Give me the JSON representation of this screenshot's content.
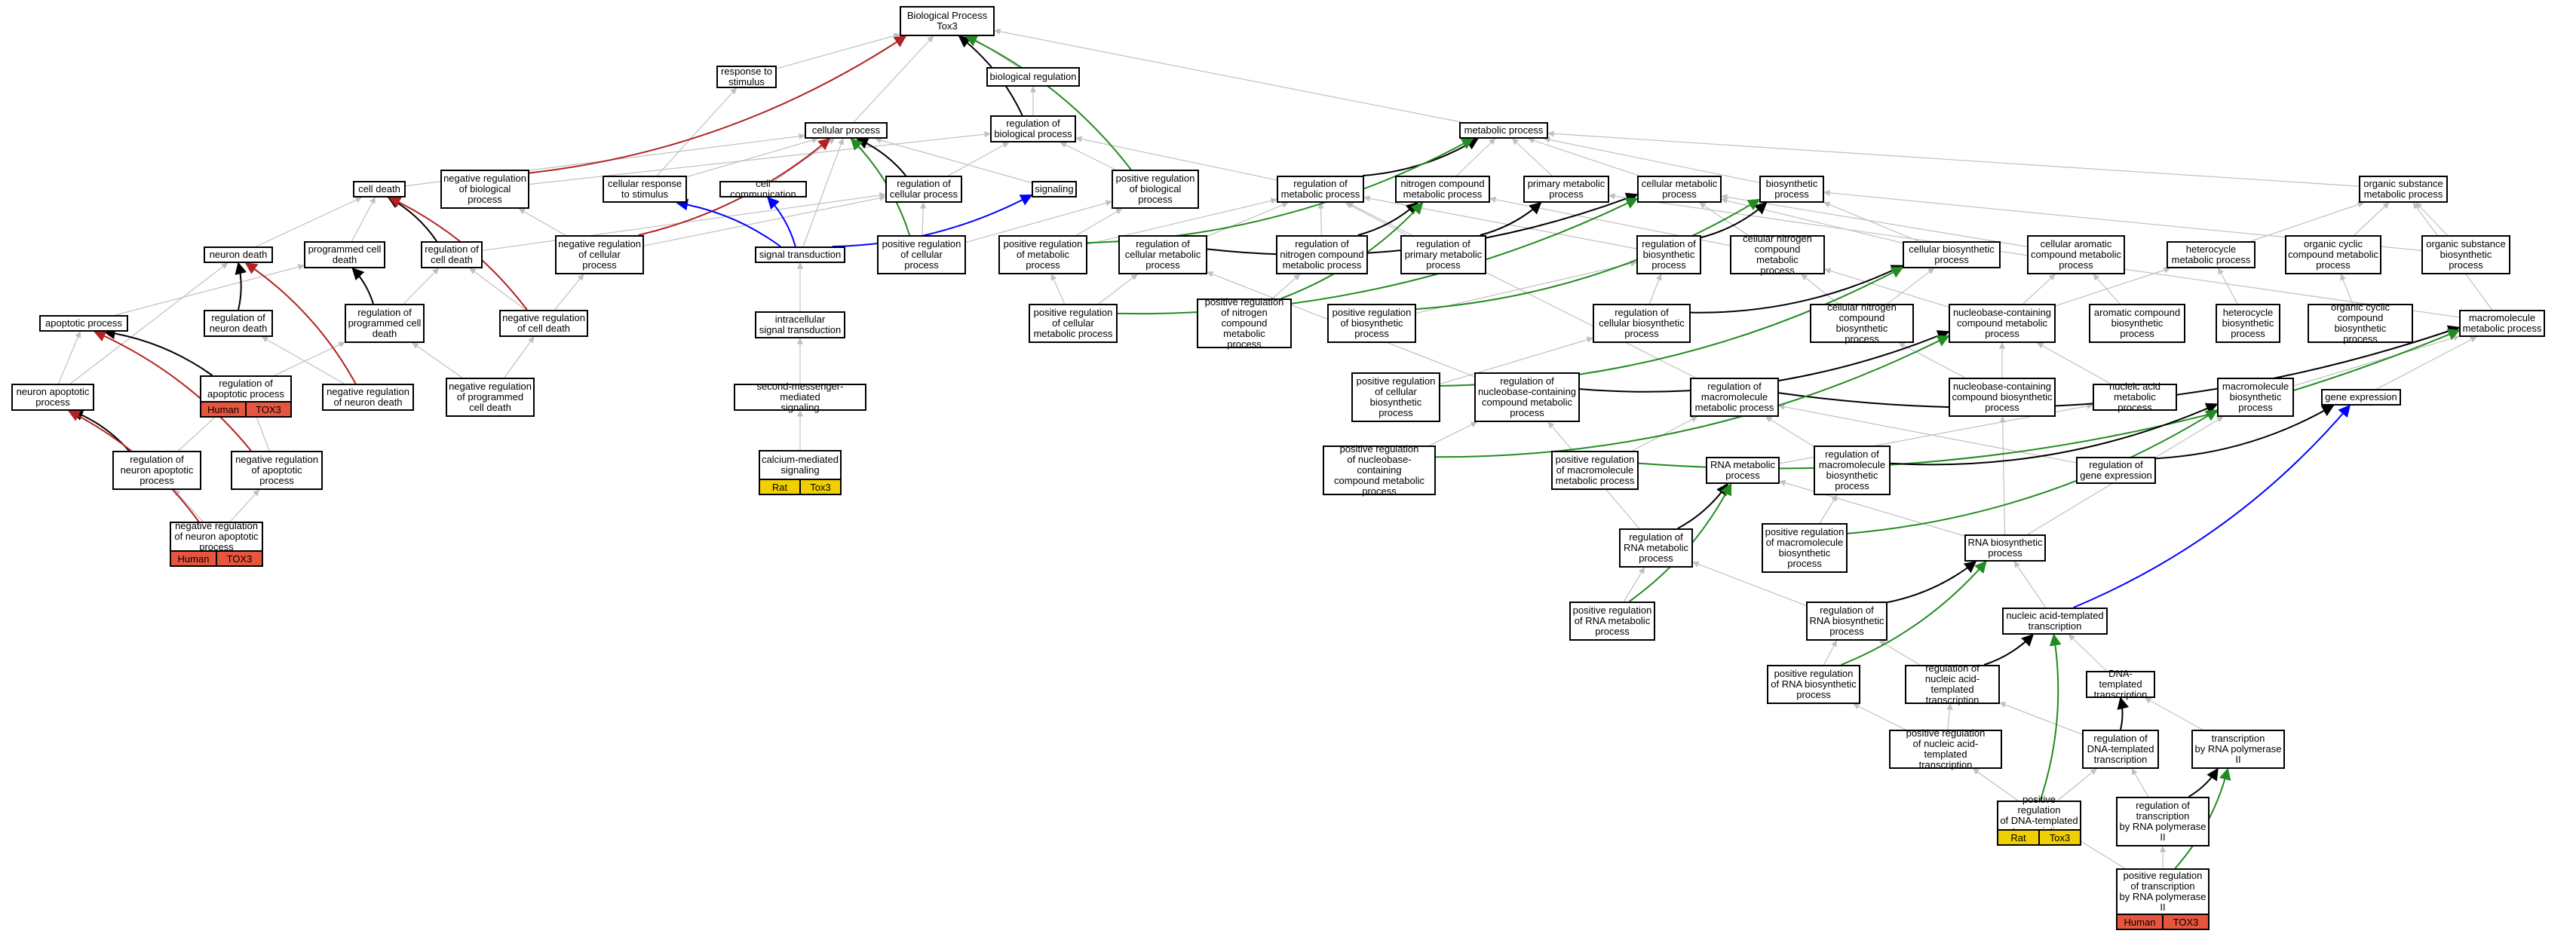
{
  "nodes": {
    "root": "Biological Process\nTox3",
    "resp": "response to\nstimulus",
    "biolreg": "biological regulation",
    "cellproc": "cellular process",
    "regbio": "regulation of\nbiological process",
    "metproc": "metabolic process",
    "celldeath": "cell death",
    "negregbio": "negative regulation\nof biological\nprocess",
    "cellresp": "cellular response\nto stimulus",
    "cellcomm": "cell communication",
    "regcell": "regulation of\ncellular process",
    "signaling": "signaling",
    "posregbio": "positive regulation\nof biological\nprocess",
    "regmet": "regulation of\nmetabolic process",
    "ncmp": "nitrogen compound\nmetabolic process",
    "primet": "primary metabolic\nprocess",
    "cellmet": "cellular metabolic\nprocess",
    "biosyn": "biosynthetic\nprocess",
    "orgsub": "organic substance\nmetabolic process",
    "neurondeath": "neuron death",
    "pcd": "programmed cell\ndeath",
    "regcd": "regulation of\ncell death",
    "negregcell": "negative regulation\nof cellular\nprocess",
    "sigtrans": "signal transduction",
    "posregcell": "positive regulation\nof cellular\nprocess",
    "posregmet": "positive regulation\nof metabolic\nprocess",
    "regcellmet": "regulation of\ncellular metabolic\nprocess",
    "regncmp": "regulation of\nnitrogen compound\nmetabolic process",
    "regprimet": "regulation of\nprimary metabolic\nprocess",
    "regbiosyn": "regulation of\nbiosynthetic\nprocess",
    "cncmp": "cellular nitrogen\ncompound metabolic\nprocess",
    "cellbiosyn": "cellular biosynthetic\nprocess",
    "caromet": "cellular aromatic\ncompound metabolic\nprocess",
    "hetmet": "heterocycle\nmetabolic process",
    "orgcyc": "organic cyclic\ncompound metabolic\nprocess",
    "orgsubbio": "organic substance\nbiosynthetic\nprocess",
    "apop": "apoptotic process",
    "regneurondeath": "regulation of\nneuron death",
    "regpcd": "regulation of\nprogrammed cell\ndeath",
    "negregcd": "negative regulation\nof cell death",
    "intracell": "intracellular\nsignal transduction",
    "posregcellmet": "positive regulation\nof cellular\nmetabolic process",
    "posregncmp": "positive regulation\nof nitrogen\ncompound metabolic\nprocess",
    "posregbiosyn": "positive regulation\nof biosynthetic\nprocess",
    "regcellbiosyn": "regulation of\ncellular biosynthetic\nprocess",
    "cncbio": "cellular nitrogen\ncompound biosynthetic\nprocess",
    "nbcmp": "nucleobase-containing\ncompound metabolic\nprocess",
    "arobio": "aromatic compound\nbiosynthetic\nprocess",
    "hetbio": "heterocycle\nbiosynthetic\nprocess",
    "orgcycbio": "organic cyclic\ncompound biosynthetic\nprocess",
    "macromet": "macromolecule\nmetabolic process",
    "neuronapop": "neuron apoptotic\nprocess",
    "regapop": "regulation of\napoptotic process",
    "negregneurondeath": "negative regulation\nof neuron death",
    "negregpcd": "negative regulation\nof programmed\ncell death",
    "secmess": "second-messenger-mediated\nsignaling",
    "posregcellbiosyn": "positive regulation\nof cellular\nbiosynthetic\nprocess",
    "regnbcmp": "regulation of\nnucleobase-containing\ncompound metabolic\nprocess",
    "regmacromet": "regulation of\nmacromolecule\nmetabolic process",
    "nbcbio": "nucleobase-containing\ncompound biosynthetic\nprocess",
    "nucacid": "nucleic acid\nmetabolic process",
    "macrobio": "macromolecule\nbiosynthetic\nprocess",
    "geneexp": "gene expression",
    "regneuronapop": "regulation of\nneuron apoptotic\nprocess",
    "negregapop": "negative regulation\nof apoptotic\nprocess",
    "calcium": "calcium-mediated\nsignaling",
    "posregnbcmp": "positive regulation\nof nucleobase-containing\ncompound metabolic\nprocess",
    "posregmacromet": "positive regulation\nof macromolecule\nmetabolic process",
    "rnamet": "RNA metabolic\nprocess",
    "regmacrobio": "regulation of\nmacromolecule\nbiosynthetic\nprocess",
    "reggeneexp": "regulation of\ngene expression",
    "negregneuronapop": "negative regulation\nof neuron apoptotic\nprocess",
    "regrnamet": "regulation of\nRNA metabolic\nprocess",
    "posregmacrobio": "positive regulation\nof macromolecule\nbiosynthetic\nprocess",
    "rnabio": "RNA biosynthetic\nprocess",
    "posregrnamet": "positive regulation\nof RNA metabolic\nprocess",
    "regrnabio": "regulation of\nRNA biosynthetic\nprocess",
    "nattrans": "nucleic acid-templated\ntranscription",
    "posregrnabio": "positive regulation\nof RNA biosynthetic\nprocess",
    "regnat": "regulation of\nnucleic acid-templated\ntranscription",
    "dnatemp": "DNA-templated\ntranscription",
    "posregnat": "positive regulation\nof nucleic acid-templated\ntranscription",
    "regdnatemp": "regulation of\nDNA-templated\ntranscription",
    "transpol2": "transcription\nby RNA polymerase\nII",
    "posregdna": "positive regulation\nof DNA-templated\ntranscription",
    "regtranspol2": "regulation of\ntranscription\nby RNA polymerase\nII",
    "posregtranspol2": "positive regulation\nof transcription\nby RNA polymerase\nII"
  },
  "annotations": {
    "negregneuronapop": [
      "Human",
      "TOX3"
    ],
    "regapop": [
      "Human",
      "TOX3"
    ],
    "calcium": [
      "Rat",
      "Tox3"
    ],
    "posregdna": [
      "Rat",
      "Tox3"
    ],
    "posregtranspol2": [
      "Human",
      "TOX3"
    ]
  },
  "edge_colors": {
    "is_a": "#c0c0c0",
    "part_of": "#000000",
    "negatively_regulates": "#b22222",
    "positively_regulates": "#228b22",
    "regulates": "#0000ff"
  },
  "tag_colors": {
    "Human": "#e8553f",
    "Rat": "#f2cf00"
  }
}
